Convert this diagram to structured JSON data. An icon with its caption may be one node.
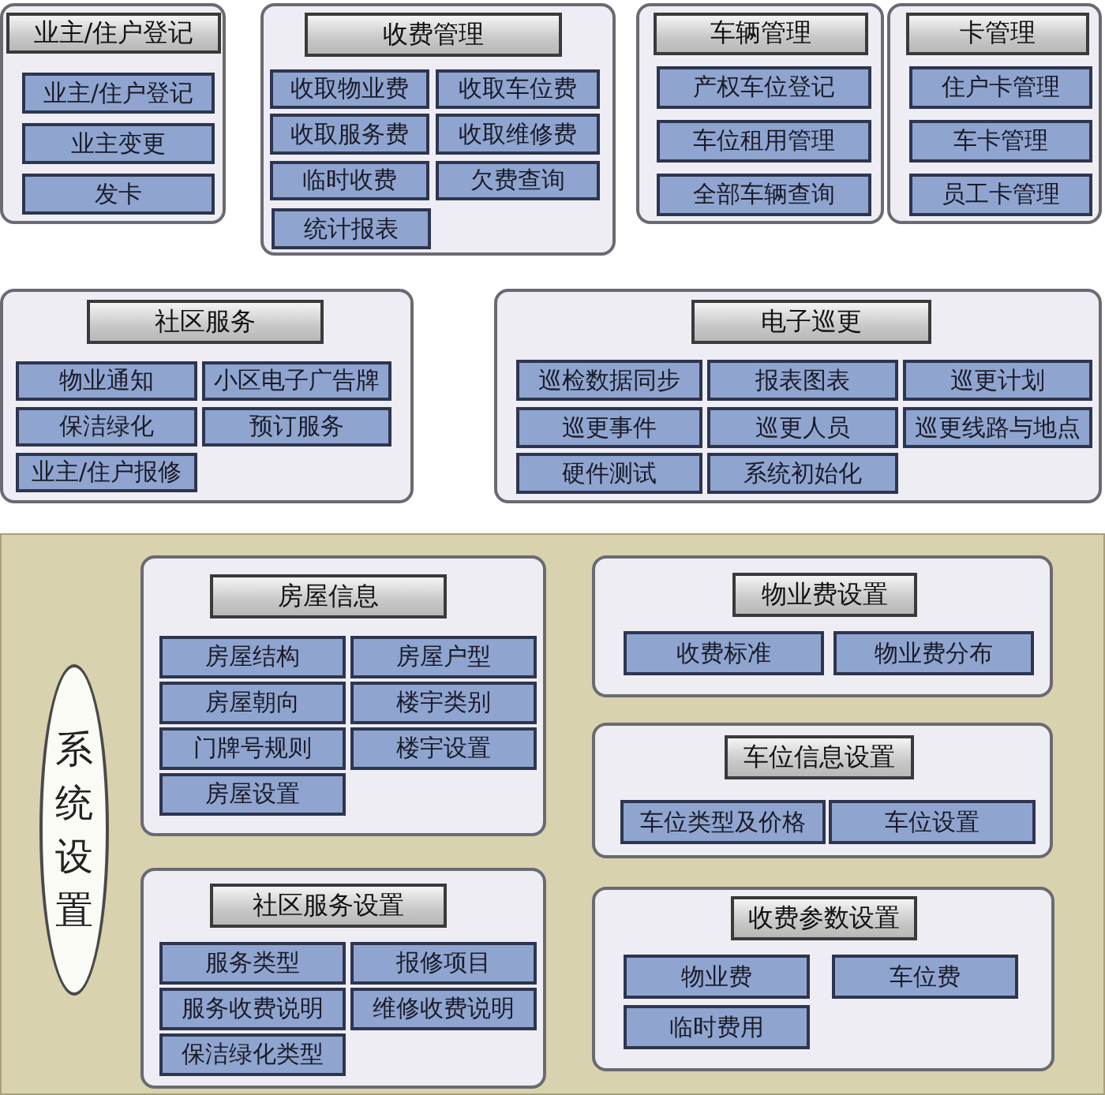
{
  "diagram": {
    "nodes": [
      {
        "text": [
          "业主/住户登记"
        ]
      },
      {
        "text": [
          "业主/住户登记"
        ],
        "in": 0
      },
      {
        "text": [
          "业主变更"
        ],
        "in": 0
      },
      {
        "text": [
          "发卡"
        ],
        "in": 0
      },
      {
        "text": [
          "收费管理"
        ]
      },
      {
        "text": [
          "收取物业费"
        ],
        "in": 4
      },
      {
        "text": [
          "收取车位费"
        ],
        "in": 4
      },
      {
        "text": [
          "收取服务费"
        ],
        "in": 4
      },
      {
        "text": [
          "收取维修费"
        ],
        "in": 4
      },
      {
        "text": [
          "临时收费"
        ],
        "in": 4
      },
      {
        "text": [
          "欠费查询"
        ],
        "in": 4
      },
      {
        "text": [
          "统计报表"
        ],
        "in": 4
      },
      {
        "text": [
          "车辆管理"
        ]
      },
      {
        "text": [
          "产权车位登记"
        ],
        "in": 12
      },
      {
        "text": [
          "车位租用管理"
        ],
        "in": 12
      },
      {
        "text": [
          "全部车辆查询"
        ],
        "in": 12
      },
      {
        "text": [
          "卡管理"
        ]
      },
      {
        "text": [
          "住户卡管理"
        ],
        "in": 16
      },
      {
        "text": [
          "车卡管理"
        ],
        "in": 16
      },
      {
        "text": [
          "员工卡管理"
        ],
        "in": 16
      },
      {
        "text": [
          "社区服务"
        ]
      },
      {
        "text": [
          "物业通知"
        ],
        "in": 20
      },
      {
        "text": [
          "小区电子广告牌"
        ],
        "in": 20
      },
      {
        "text": [
          "保洁绿化"
        ],
        "in": 20
      },
      {
        "text": [
          "预订服务"
        ],
        "in": 20
      },
      {
        "text": [
          "业主/住户报修"
        ],
        "in": 20
      },
      {
        "text": [
          "电子巡更"
        ]
      },
      {
        "text": [
          "巡检数据同步"
        ],
        "in": 26
      },
      {
        "text": [
          "报表图表"
        ],
        "in": 26
      },
      {
        "text": [
          "巡更计划"
        ],
        "in": 26
      },
      {
        "text": [
          "巡更事件"
        ],
        "in": 26
      },
      {
        "text": [
          "巡更人员"
        ],
        "in": 26
      },
      {
        "text": [
          "巡更线路与地点"
        ],
        "in": 26
      },
      {
        "text": [
          "硬件测试"
        ],
        "in": 26
      },
      {
        "text": [
          "系统初始化"
        ],
        "in": 26
      },
      {
        "text": [],
        "shape": "box"
      },
      {
        "text": [
          "系统设置"
        ],
        "in": 35
      },
      {
        "text": [
          "房屋信息"
        ],
        "in": 35
      },
      {
        "text": [
          "房屋结构"
        ],
        "in": 37
      },
      {
        "text": [
          "房屋户型"
        ],
        "in": 37
      },
      {
        "text": [
          "房屋朝向"
        ],
        "in": 37
      },
      {
        "text": [
          "楼宇类别"
        ],
        "in": 37
      },
      {
        "text": [
          "门牌号规则"
        ],
        "in": 37
      },
      {
        "text": [
          "楼宇设置"
        ],
        "in": 37
      },
      {
        "text": [
          "房屋设置"
        ],
        "in": 37
      },
      {
        "text": [
          "物业费设置"
        ],
        "in": 35
      },
      {
        "text": [
          "收费标准"
        ],
        "in": 45
      },
      {
        "text": [
          "物业费分布"
        ],
        "in": 45
      },
      {
        "text": [
          "车位信息设置"
        ],
        "in": 35
      },
      {
        "text": [
          "车位类型及价格"
        ],
        "in": 48
      },
      {
        "text": [
          "车位设置"
        ],
        "in": 48
      },
      {
        "text": [
          "社区服务设置"
        ],
        "in": 35
      },
      {
        "text": [
          "服务类型"
        ],
        "in": 51
      },
      {
        "text": [
          "报修项目"
        ],
        "in": 51
      },
      {
        "text": [
          "服务收费说明"
        ],
        "in": 51
      },
      {
        "text": [
          "维修收费说明"
        ],
        "in": 51
      },
      {
        "text": [
          "保洁绿化类型"
        ],
        "in": 51
      },
      {
        "text": [
          "收费参数设置"
        ],
        "in": 35
      },
      {
        "text": [
          "物业费"
        ],
        "in": 57
      },
      {
        "text": [
          "车位费"
        ],
        "in": 57
      },
      {
        "text": [
          "临时费用"
        ],
        "in": 57
      }
    ]
  }
}
